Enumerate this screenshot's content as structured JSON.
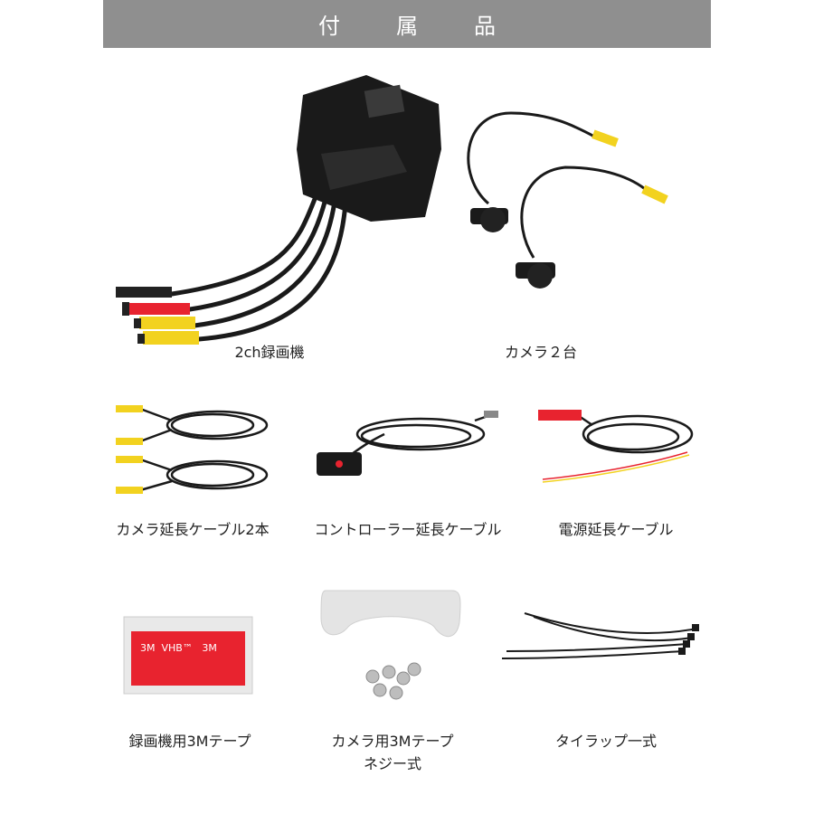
{
  "header": {
    "title": "付属品"
  },
  "items": [
    {
      "label": "2ch録画機"
    },
    {
      "label": "カメラ２台"
    },
    {
      "label": "カメラ延長ケーブル2本"
    },
    {
      "label": "コントローラー延長ケーブル"
    },
    {
      "label": "電源延長ケーブル"
    },
    {
      "label": "録画機用3Mテープ",
      "tape_text": "3M  VHB™   3M"
    },
    {
      "label": "カメラ用3Mテープ",
      "label2": "ネジー式"
    },
    {
      "label": "タイラップ一式"
    }
  ],
  "colors": {
    "header_bg": "#8f8f8f",
    "connector_red": "#e8232f",
    "connector_yellow": "#f2d21f",
    "body_black": "#1a1a1a"
  }
}
